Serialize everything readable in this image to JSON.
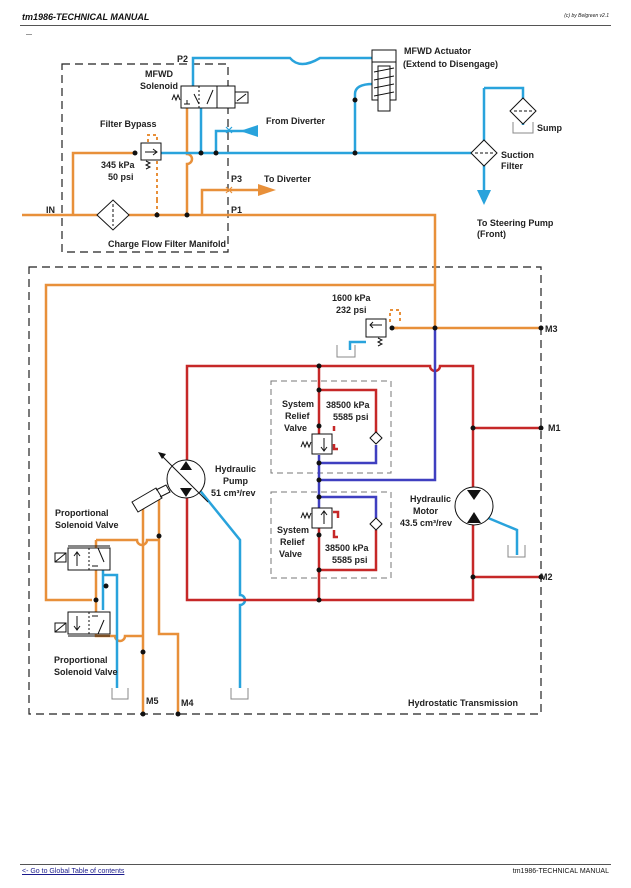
{
  "header": {
    "title": "tm1986-TECHNICAL MANUAL",
    "credit": "(c) by Belgreen v2.1"
  },
  "footer": {
    "toc_link": "<- Go to Global Table of contents",
    "manual_name": "tm1986-TECHNICAL MANUAL"
  },
  "diagram": {
    "colors": {
      "charge_pressure": "#e8903a",
      "suction_return": "#29a3dc",
      "high_pressure": "#c62828",
      "low_pressure_loop": "#3f3fc0"
    },
    "labels": {
      "p2": "P2",
      "p3": "P3",
      "p1": "P1",
      "in": "IN",
      "mfwd_solenoid_1": "MFWD",
      "mfwd_solenoid_2": "Solenoid",
      "filter_bypass": "Filter Bypass",
      "bypass_kpa": "345 kPa",
      "bypass_psi": "50 psi",
      "charge_manifold": "Charge Flow Filter Manifold",
      "from_diverter": "From Diverter",
      "to_diverter": "To Diverter",
      "mfwd_actuator_1": "MFWD Actuator",
      "mfwd_actuator_2": "(Extend to Disengage)",
      "sump": "Sump",
      "suction_filter_1": "Suction",
      "suction_filter_2": "Filter",
      "to_steering_1": "To Steering Pump",
      "to_steering_2": "(Front)",
      "charge_relief_kpa": "1600 kPa",
      "charge_relief_psi": "232 psi",
      "m3": "M3",
      "m1": "M1",
      "m2": "M2",
      "m4": "M4",
      "m5": "M5",
      "srv_upper_1": "System",
      "srv_upper_2": "Relief",
      "srv_upper_3": "Valve",
      "srv_upper_kpa": "38500 kPa",
      "srv_upper_psi": "5585 psi",
      "srv_lower_1": "System",
      "srv_lower_2": "Relief",
      "srv_lower_3": "Valve",
      "srv_lower_kpa": "38500 kPa",
      "srv_lower_psi": "5585 psi",
      "pump_1": "Hydraulic",
      "pump_2": "Pump",
      "pump_3": "51 cm³/rev",
      "motor_1": "Hydraulic",
      "motor_2": "Motor",
      "motor_3": "43.5 cm³/rev",
      "psv_upper_1": "Proportional",
      "psv_upper_2": "Solenoid Valve",
      "psv_lower_1": "Proportional",
      "psv_lower_2": "Solenoid Valve",
      "hst": "Hydrostatic Transmission"
    }
  }
}
